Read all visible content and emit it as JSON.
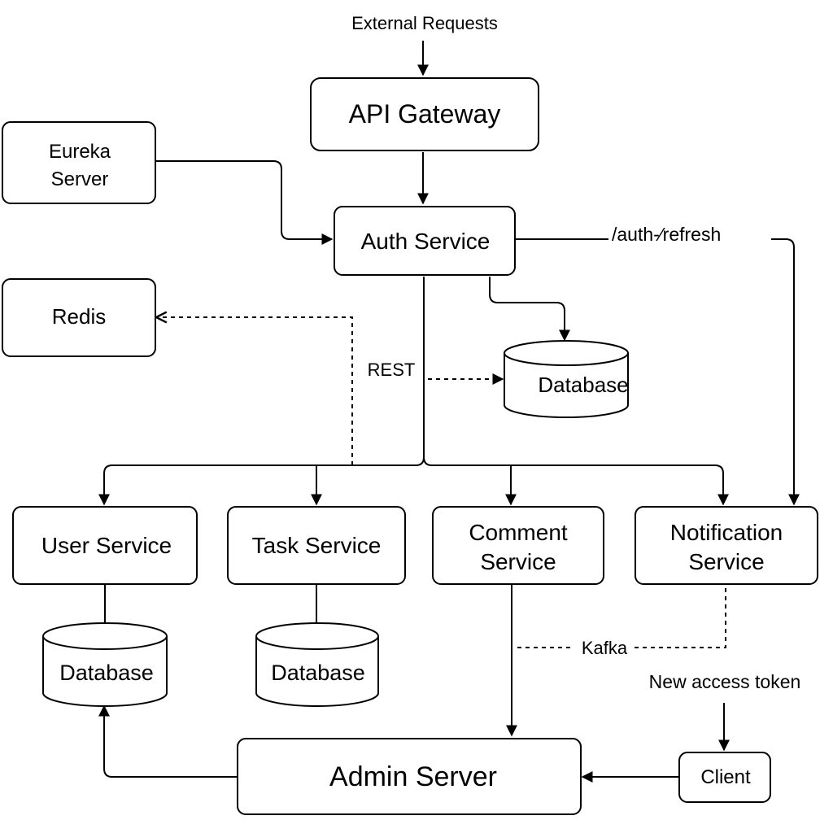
{
  "nodes": {
    "external_requests": "External Requests",
    "api_gateway": "API Gateway",
    "eureka_server": [
      "Eureka",
      "Server"
    ],
    "auth_service": "Auth Service",
    "redis": "Redis",
    "auth_database": "Database",
    "user_service": "User Service",
    "task_service": "Task Service",
    "comment_service": [
      "Comment",
      "Service"
    ],
    "notification_service": [
      "Notification",
      "Service"
    ],
    "user_database": "Database",
    "task_database": "Database",
    "admin_server": "Admin Server",
    "client": "Client"
  },
  "edge_labels": {
    "auth_refresh": "/auth-⁄refresh",
    "rest": "REST",
    "kafka": "Kafka",
    "new_access_token": "New access token"
  },
  "colors": {
    "stroke": "#000000",
    "background": "#ffffff"
  }
}
